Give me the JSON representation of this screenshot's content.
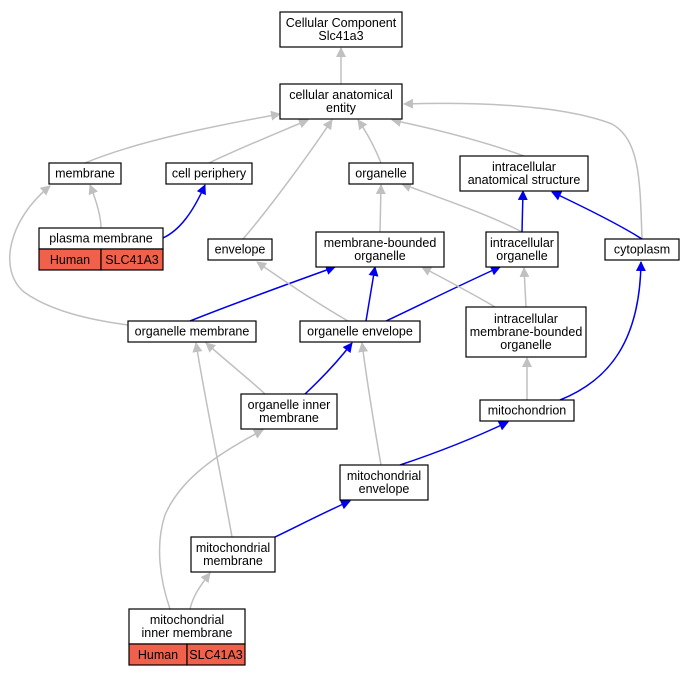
{
  "diagram": {
    "colors": {
      "is_a_edge": "#c0c0c0",
      "part_of_edge": "#0000ee",
      "annotation_fill": "#f0604a"
    },
    "nodes": [
      {
        "id": "root",
        "lines": [
          "Cellular Component",
          "Slc41a3"
        ]
      },
      {
        "id": "cae",
        "lines": [
          "cellular anatomical",
          "entity"
        ]
      },
      {
        "id": "membrane",
        "lines": [
          "membrane"
        ]
      },
      {
        "id": "cellper",
        "lines": [
          "cell periphery"
        ]
      },
      {
        "id": "organelle",
        "lines": [
          "organelle"
        ]
      },
      {
        "id": "ias",
        "lines": [
          "intracellular",
          "anatomical structure"
        ]
      },
      {
        "id": "pm",
        "lines": [
          "plasma membrane"
        ],
        "annotation": {
          "species": "Human",
          "gene": "SLC41A3"
        }
      },
      {
        "id": "envelope",
        "lines": [
          "envelope"
        ]
      },
      {
        "id": "mbo",
        "lines": [
          "membrane-bounded",
          "organelle"
        ]
      },
      {
        "id": "io",
        "lines": [
          "intracellular",
          "organelle"
        ]
      },
      {
        "id": "cyto",
        "lines": [
          "cytoplasm"
        ]
      },
      {
        "id": "om",
        "lines": [
          "organelle membrane"
        ]
      },
      {
        "id": "oe",
        "lines": [
          "organelle envelope"
        ]
      },
      {
        "id": "imbo",
        "lines": [
          "intracellular",
          "membrane-bounded",
          "organelle"
        ]
      },
      {
        "id": "oim",
        "lines": [
          "organelle inner",
          "membrane"
        ]
      },
      {
        "id": "mito",
        "lines": [
          "mitochondrion"
        ]
      },
      {
        "id": "me",
        "lines": [
          "mitochondrial",
          "envelope"
        ]
      },
      {
        "id": "mm",
        "lines": [
          "mitochondrial",
          "membrane"
        ]
      },
      {
        "id": "mim",
        "lines": [
          "mitochondrial",
          "inner membrane"
        ],
        "annotation": {
          "species": "Human",
          "gene": "SLC41A3"
        }
      }
    ],
    "edges": [
      {
        "from": "cae",
        "to": "root",
        "type": "is_a"
      },
      {
        "from": "membrane",
        "to": "cae",
        "type": "is_a"
      },
      {
        "from": "cellper",
        "to": "cae",
        "type": "is_a"
      },
      {
        "from": "organelle",
        "to": "cae",
        "type": "is_a"
      },
      {
        "from": "ias",
        "to": "cae",
        "type": "is_a"
      },
      {
        "from": "cyto",
        "to": "cae",
        "type": "is_a"
      },
      {
        "from": "envelope",
        "to": "cae",
        "type": "is_a"
      },
      {
        "from": "pm",
        "to": "membrane",
        "type": "is_a"
      },
      {
        "from": "pm",
        "to": "cellper",
        "type": "part_of"
      },
      {
        "from": "om",
        "to": "membrane",
        "type": "is_a"
      },
      {
        "from": "mbo",
        "to": "organelle",
        "type": "is_a"
      },
      {
        "from": "io",
        "to": "organelle",
        "type": "is_a"
      },
      {
        "from": "io",
        "to": "ias",
        "type": "part_of"
      },
      {
        "from": "cyto",
        "to": "ias",
        "type": "part_of"
      },
      {
        "from": "om",
        "to": "mbo",
        "type": "part_of"
      },
      {
        "from": "oe",
        "to": "mbo",
        "type": "part_of"
      },
      {
        "from": "oe",
        "to": "envelope",
        "type": "is_a"
      },
      {
        "from": "oe",
        "to": "io",
        "type": "part_of"
      },
      {
        "from": "imbo",
        "to": "mbo",
        "type": "is_a"
      },
      {
        "from": "imbo",
        "to": "io",
        "type": "is_a"
      },
      {
        "from": "oim",
        "to": "om",
        "type": "is_a"
      },
      {
        "from": "oim",
        "to": "oe",
        "type": "part_of"
      },
      {
        "from": "mito",
        "to": "imbo",
        "type": "is_a"
      },
      {
        "from": "mito",
        "to": "cyto",
        "type": "part_of"
      },
      {
        "from": "me",
        "to": "oe",
        "type": "is_a"
      },
      {
        "from": "me",
        "to": "mito",
        "type": "part_of"
      },
      {
        "from": "mm",
        "to": "om",
        "type": "is_a"
      },
      {
        "from": "mm",
        "to": "me",
        "type": "part_of"
      },
      {
        "from": "mim",
        "to": "oim",
        "type": "is_a"
      },
      {
        "from": "mim",
        "to": "mm",
        "type": "is_a"
      }
    ]
  }
}
